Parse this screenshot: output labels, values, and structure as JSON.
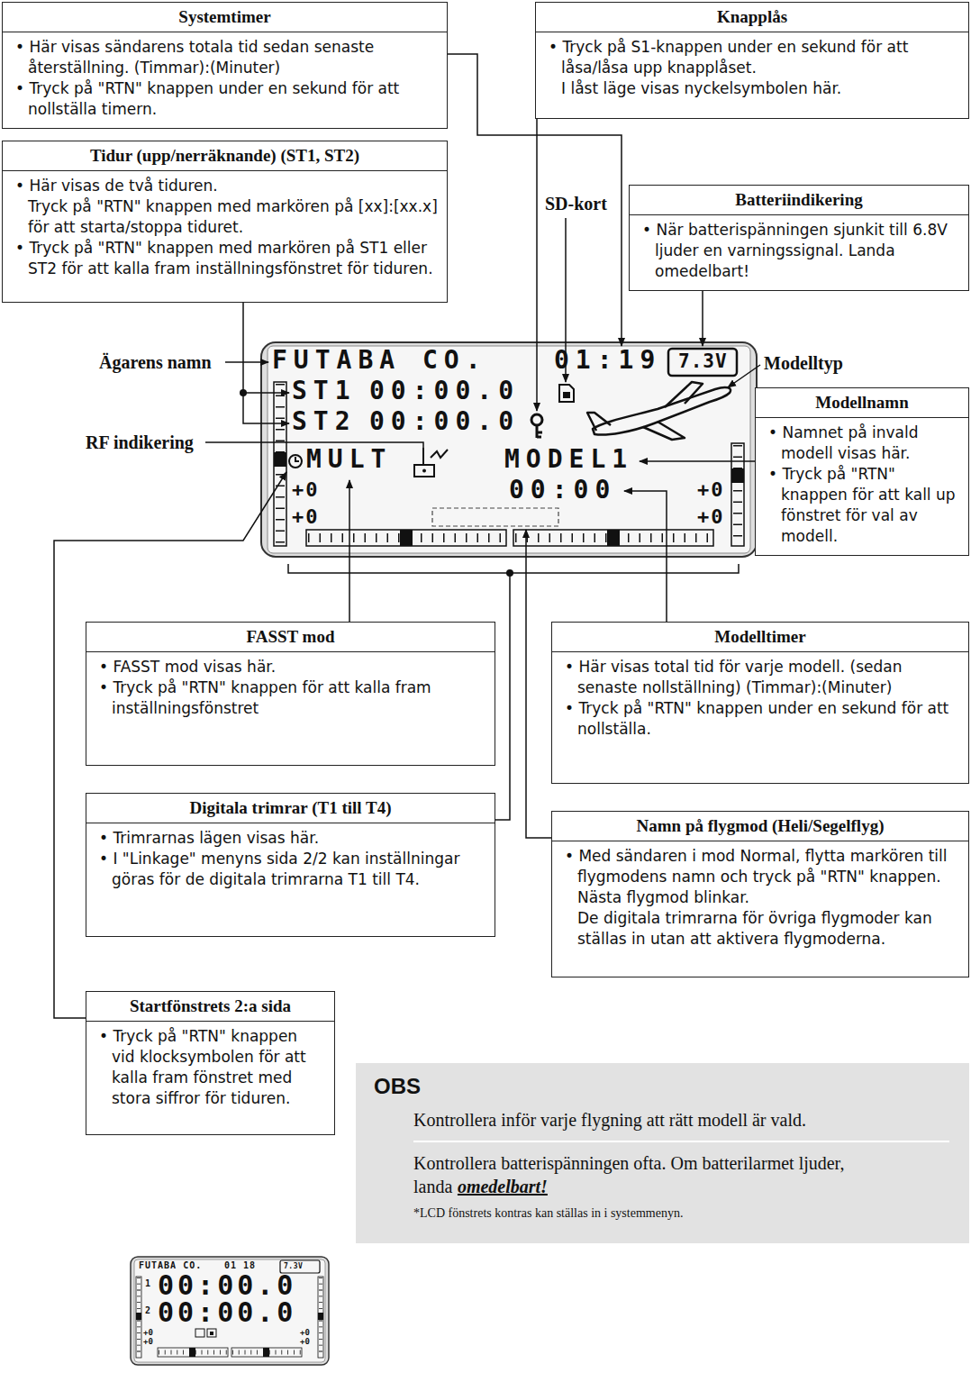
{
  "diagram": {
    "nodes": [
      {
        "text": [
          "Systemtimer",
          "• Här visas sändarens totala tid sedan senaste återställning. (Timmar):(Minuter)",
          "• Tryck på \"RTN\" knappen under en sekund för att nollställa timern."
        ]
      },
      {
        "text": [
          "Knapplås",
          "• Tryck på S1-knappen under en sekund för att låsa/låsa upp knapplåset.",
          "I låst läge visas nyckelsymbolen här."
        ]
      },
      {
        "text": [
          "Tidur (upp/nerräknande) (ST1, ST2)",
          "• Här visas de två tiduren.",
          "Tryck på \"RTN\" knappen med markören på [xx]:[xx.x] för att starta/stoppa tiduret.",
          "• Tryck på \"RTN\" knappen med markören på ST1 eller ST2 för att kalla fram inställningsfönstret för tiduren."
        ]
      },
      {
        "text": [
          "Batteriindikering",
          "• När batterispänningen sjunkit till 6.8V ljuder en varningssignal. Landa omedelbart!"
        ]
      },
      {
        "text": [
          "Modellnamn",
          "• Namnet på invald modell visas här.",
          "• Tryck på \"RTN\" knappen för att kall up fönstret för val av modell."
        ]
      },
      {
        "text": [
          "FASST mod",
          "• FASST mod visas här.",
          "• Tryck på \"RTN\" knappen för att kalla fram inställningsfönstret"
        ]
      },
      {
        "text": [
          "Modelltimer",
          "• Här visas total tid för varje modell. (sedan senaste nollställning) (Timmar):(Minuter)",
          "• Tryck på \"RTN\" knappen under en sekund för att nollställa."
        ]
      },
      {
        "text": [
          "Digitala trimrar (T1 till T4)",
          "• Trimrarnas lägen visas här.",
          "• I \"Linkage\" menyns sida 2/2 kan inställningar göras för de digitala trimrarna T1 till T4."
        ]
      },
      {
        "text": [
          "Namn på flygmod (Heli/Segelflyg)",
          "• Med sändaren i mod Normal, flytta markören till flygmodens namn och tryck på \"RTN\" knappen. Nästa flygmod blinkar.",
          "De digitala trimrarna för övriga flygmoder kan ställas in utan att aktivera flygmoderna."
        ]
      },
      {
        "text": [
          "Startfönstrets 2:a sida",
          "• Tryck på \"RTN\" knappen vid klocksymbolen för att kalla fram fönstret med stora siffror för tiduren."
        ]
      },
      {
        "text": [
          "OBS",
          "Kontrollera inför varje flygning att rätt modell är vald.",
          "Kontrollera batterispänningen ofta. Om batterilarmet ljuder, landa",
          "omedelbart!",
          "*LCD fönstrets kontras kan ställas in i systemmenyn."
        ]
      }
    ],
    "labels": [
      "SD-kort",
      "FUTABA CO.",
      "01:19",
      "7.3V",
      "Ägarens namn",
      "Modelltyp",
      "ST1",
      "00:00.0",
      "ST2",
      "00:00.0",
      "RF indikering",
      "MULT",
      "MODEL1",
      "+0",
      "00:00",
      "+0",
      "+0",
      "+0",
      "FUTABA CO.",
      "01 18",
      "7.3V",
      "1",
      "00:00.0",
      "2",
      "00:00.0",
      "+0",
      "+0",
      "+0",
      "+0"
    ]
  }
}
